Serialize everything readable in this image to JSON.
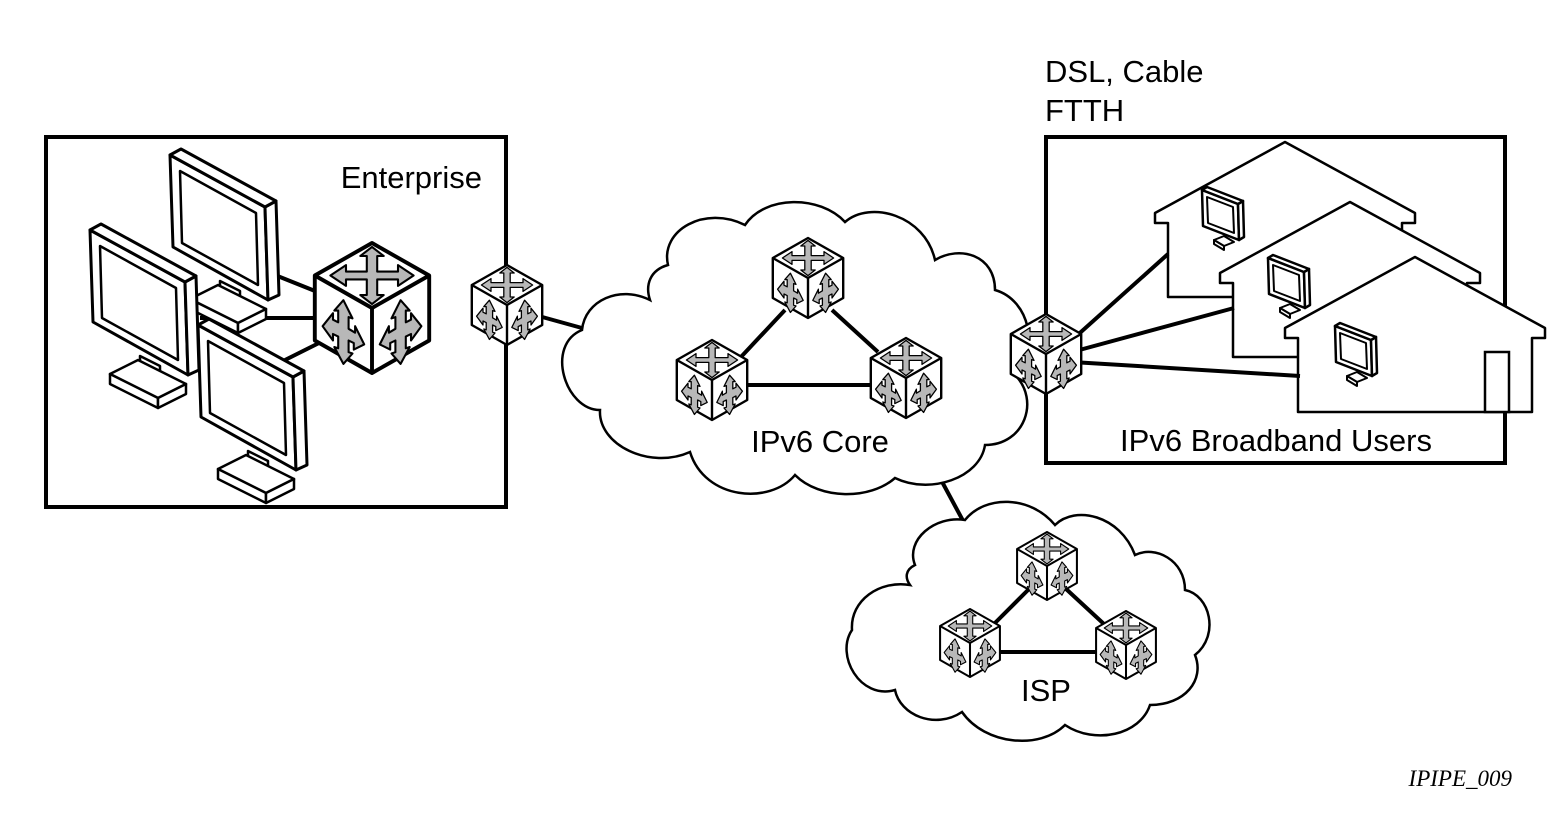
{
  "labels": {
    "enterprise": "Enterprise",
    "access_types_line1": "DSL, Cable",
    "access_types_line2": "FTTH",
    "broadband_users": "IPv6 Broadband Users",
    "core": "IPv6 Core",
    "isp": "ISP",
    "figure_id": "IPIPE_009"
  },
  "icons": {
    "router": "router-cube-icon",
    "monitor": "monitor-icon",
    "house": "house-icon",
    "cloud": "cloud-icon"
  },
  "colors": {
    "line": "#000000",
    "background": "#ffffff",
    "arrow_fill": "#b8b8b8"
  }
}
